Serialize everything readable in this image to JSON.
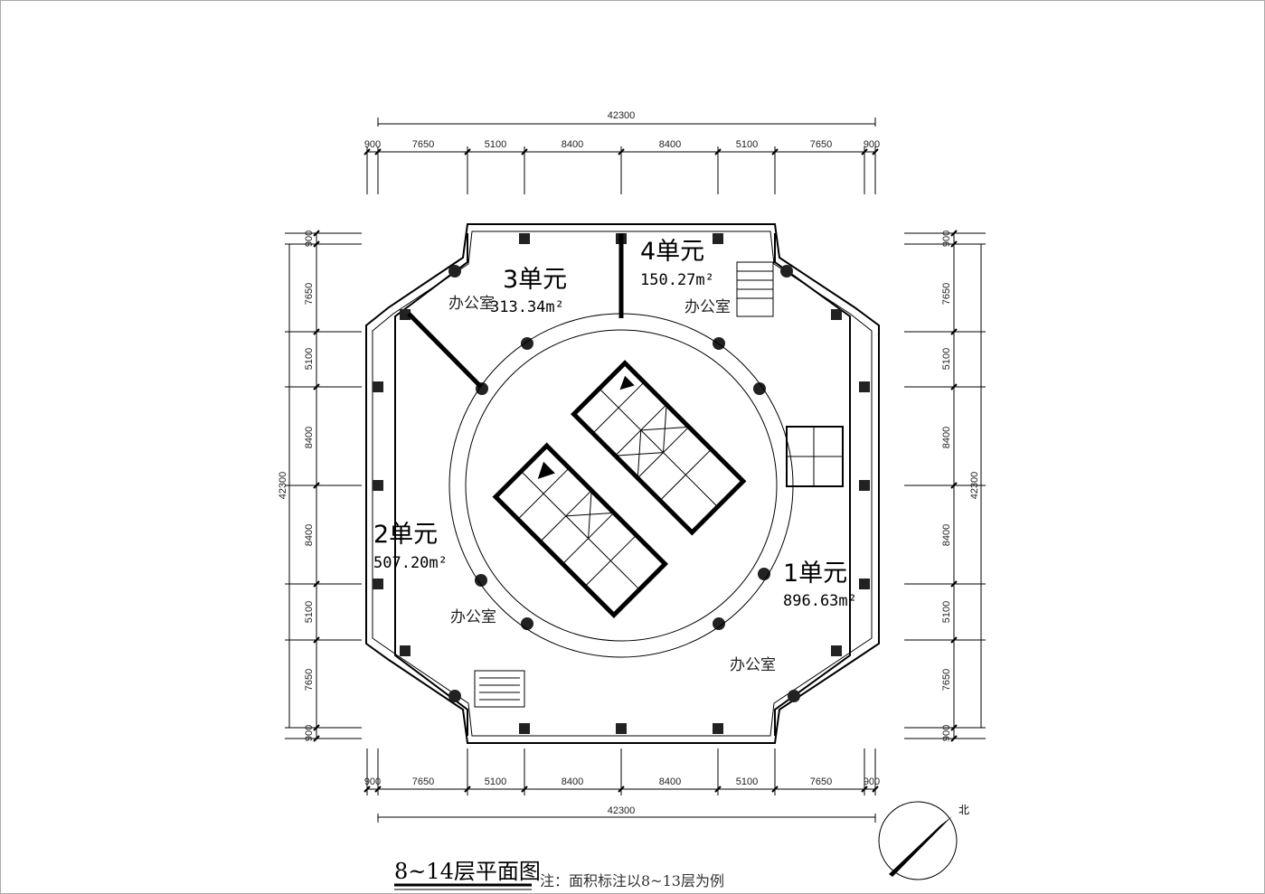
{
  "drawing": {
    "title": "8~14层平面图",
    "note": "注：面积标注以8~13层为例",
    "north_label": "北"
  },
  "dimensions": {
    "total": "42300",
    "horizontal": [
      "900",
      "7650",
      "5100",
      "8400",
      "8400",
      "5100",
      "7650",
      "900"
    ],
    "vertical": [
      "900",
      "7650",
      "5100",
      "8400",
      "8400",
      "5100",
      "7650",
      "900"
    ]
  },
  "units": [
    {
      "name": "1单元",
      "area": "896.63m²"
    },
    {
      "name": "2单元",
      "area": "507.20m²"
    },
    {
      "name": "3单元",
      "area": "313.34m²"
    },
    {
      "name": "4单元",
      "area": "150.27m²"
    }
  ],
  "rooms": [
    "办公室",
    "办公室",
    "办公室",
    "办公室"
  ]
}
